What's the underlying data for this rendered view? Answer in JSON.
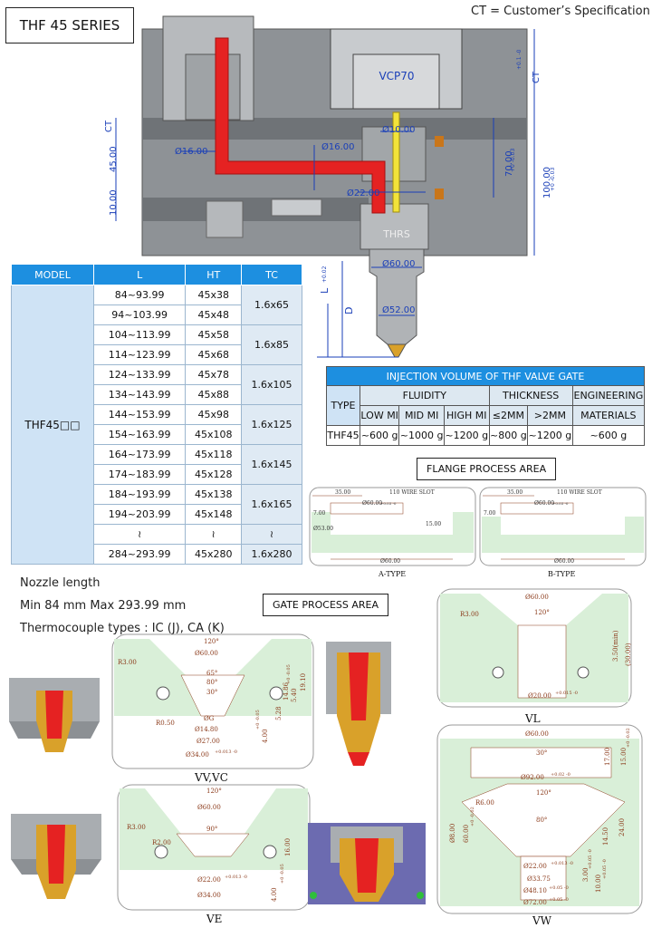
{
  "header": {
    "series": "THF 45 SERIES",
    "ct_note": "CT = Customer’s Specification"
  },
  "drawing": {
    "vcp_label": "VCP70",
    "brand": "THRS",
    "dims": {
      "ct_top": "CT",
      "ct_top_tol": "+0.1 -0",
      "ct_left": "CT",
      "d16_left": "Ø16.00",
      "d16_right": "Ø16.00",
      "d10": "Ø10.00",
      "d22": "Ø22.00",
      "h45": "45.00",
      "h10": "10.00",
      "h70": "70.00",
      "h70_tol": "+0 -0.03",
      "h100": "100.00",
      "h100_tol": "+0 -0.03",
      "d60": "Ø60.00",
      "d52": "Ø52.00",
      "l_label": "L",
      "l_tol": "+0.02",
      "d_label": "D"
    }
  },
  "model_table": {
    "headers": [
      "MODEL",
      "L",
      "HT",
      "TC"
    ],
    "model": "THF45□□",
    "rows": [
      [
        "84~93.99",
        "45x38"
      ],
      [
        "94~103.99",
        "45x48"
      ],
      [
        "104~113.99",
        "45x58"
      ],
      [
        "114~123.99",
        "45x68"
      ],
      [
        "124~133.99",
        "45x78"
      ],
      [
        "134~143.99",
        "45x88"
      ],
      [
        "144~153.99",
        "45x98"
      ],
      [
        "154~163.99",
        "45x108"
      ],
      [
        "164~173.99",
        "45x118"
      ],
      [
        "174~183.99",
        "45x128"
      ],
      [
        "184~193.99",
        "45x138"
      ],
      [
        "194~203.99",
        "45x148"
      ],
      [
        "≀",
        "≀"
      ],
      [
        "284~293.99",
        "45x280"
      ]
    ],
    "tc": [
      "1.6x65",
      "1.6x85",
      "1.6x105",
      "1.6x125",
      "1.6x145",
      "1.6x165",
      "≀",
      "1.6x280"
    ]
  },
  "injection": {
    "title": "INJECTION VOLUME OF THF VALVE GATE",
    "type_header": "TYPE",
    "fluidity": "FLUIDITY",
    "thickness": "THICKNESS",
    "engineering": "ENGINEERING",
    "materials": "MATERIALS",
    "low": "LOW MI",
    "mid": "MID MI",
    "high": "HIGH MI",
    "le2": "≤2MM",
    "gt2": ">2MM",
    "row": [
      "THF45",
      "~600 g",
      "~1000 g",
      "~1200 g",
      "~800 g",
      "~1200 g",
      "~600 g"
    ]
  },
  "flange": {
    "label": "FLANGE PROCESS AREA",
    "a_type": "A-TYPE",
    "b_type": "B-TYPE",
    "wire_slot": "110 WIRE SLOT",
    "d35": "35.00",
    "d60": "Ø60.00",
    "d60_tol": "+0.03 -0",
    "d53": "Ø53.00",
    "h7": "7.00",
    "h15": "15.00"
  },
  "info": {
    "nozzle": "Nozzle length",
    "minmax": "Min 84 mm Max 293.99 mm",
    "thermo": "Thermocouple types : IC (J), CA (K)"
  },
  "gate": {
    "label": "GATE PROCESS AREA",
    "vv_caption": "VV,VC",
    "ve_caption": "VE",
    "vl_caption": "VL",
    "vw_caption": "VW",
    "vv": {
      "a120": "120°",
      "d60": "Ø60.00",
      "r3": "R3.00",
      "a65": "65°",
      "a80": "80°",
      "a30": "30°",
      "dg": "ØG",
      "d148": "Ø14.80",
      "d27": "Ø27.00",
      "d34": "Ø34.00",
      "d34_tol": "+0.013 -0",
      "r05": "R0.50",
      "h4": "4.00",
      "h4_tol": "+0 -0.05",
      "h528": "5.28",
      "h540": "5.40",
      "h540_tol": "+0 -0.05",
      "h1486": "14.86",
      "h1910": "19.10"
    },
    "ve": {
      "a120": "120°",
      "d60": "Ø60.00",
      "r3": "R3.00",
      "a90": "90°",
      "r2": "R2.00",
      "d22": "Ø22.00",
      "d22_tol": "+0.013 -0",
      "d34": "Ø34.00",
      "h16": "16.00",
      "h4": "4.00",
      "h4_tol": "+0 -0.05"
    },
    "vl": {
      "d60": "Ø60.00",
      "a120": "120°",
      "r3": "R3.00",
      "d20": "Ø20.00",
      "d20_tol": "+0.015 -0",
      "h350": "3.50(min)",
      "h30": "(30.00)"
    },
    "vw": {
      "d60": "Ø60.00",
      "a30": "30°",
      "d92": "Ø92.00",
      "d92_tol": "+0.02 -0",
      "a120": "120°",
      "r6": "R6.00",
      "a80": "80°",
      "h17": "17.00",
      "h15": "15.00",
      "h15_tol": "+0 -0.02",
      "h8": "Ø8.00",
      "h60": "60.00",
      "h60_tol": "+0 -0.02",
      "h24": "24.00",
      "h1450": "14.50",
      "d22": "Ø22.00",
      "d22_tol": "+0.013 -0",
      "d3375": "Ø33.75",
      "d4810": "Ø48.10",
      "d4810_tol": "+0.05 -0",
      "d72": "Ø72.00",
      "d72_tol": "+0.05 -0",
      "h10": "10.00",
      "h10_tol": "+0.05 -0",
      "h3": "3.00",
      "h3_tol": "+0.05 -0"
    }
  },
  "colors": {
    "accent": "#1d8fe0",
    "dim_blue": "#1a3fb8",
    "metal": "#8e9296",
    "hot_red": "#e52222",
    "area_green": "#d9efd8",
    "dim_brown": "#8b3a1a"
  }
}
